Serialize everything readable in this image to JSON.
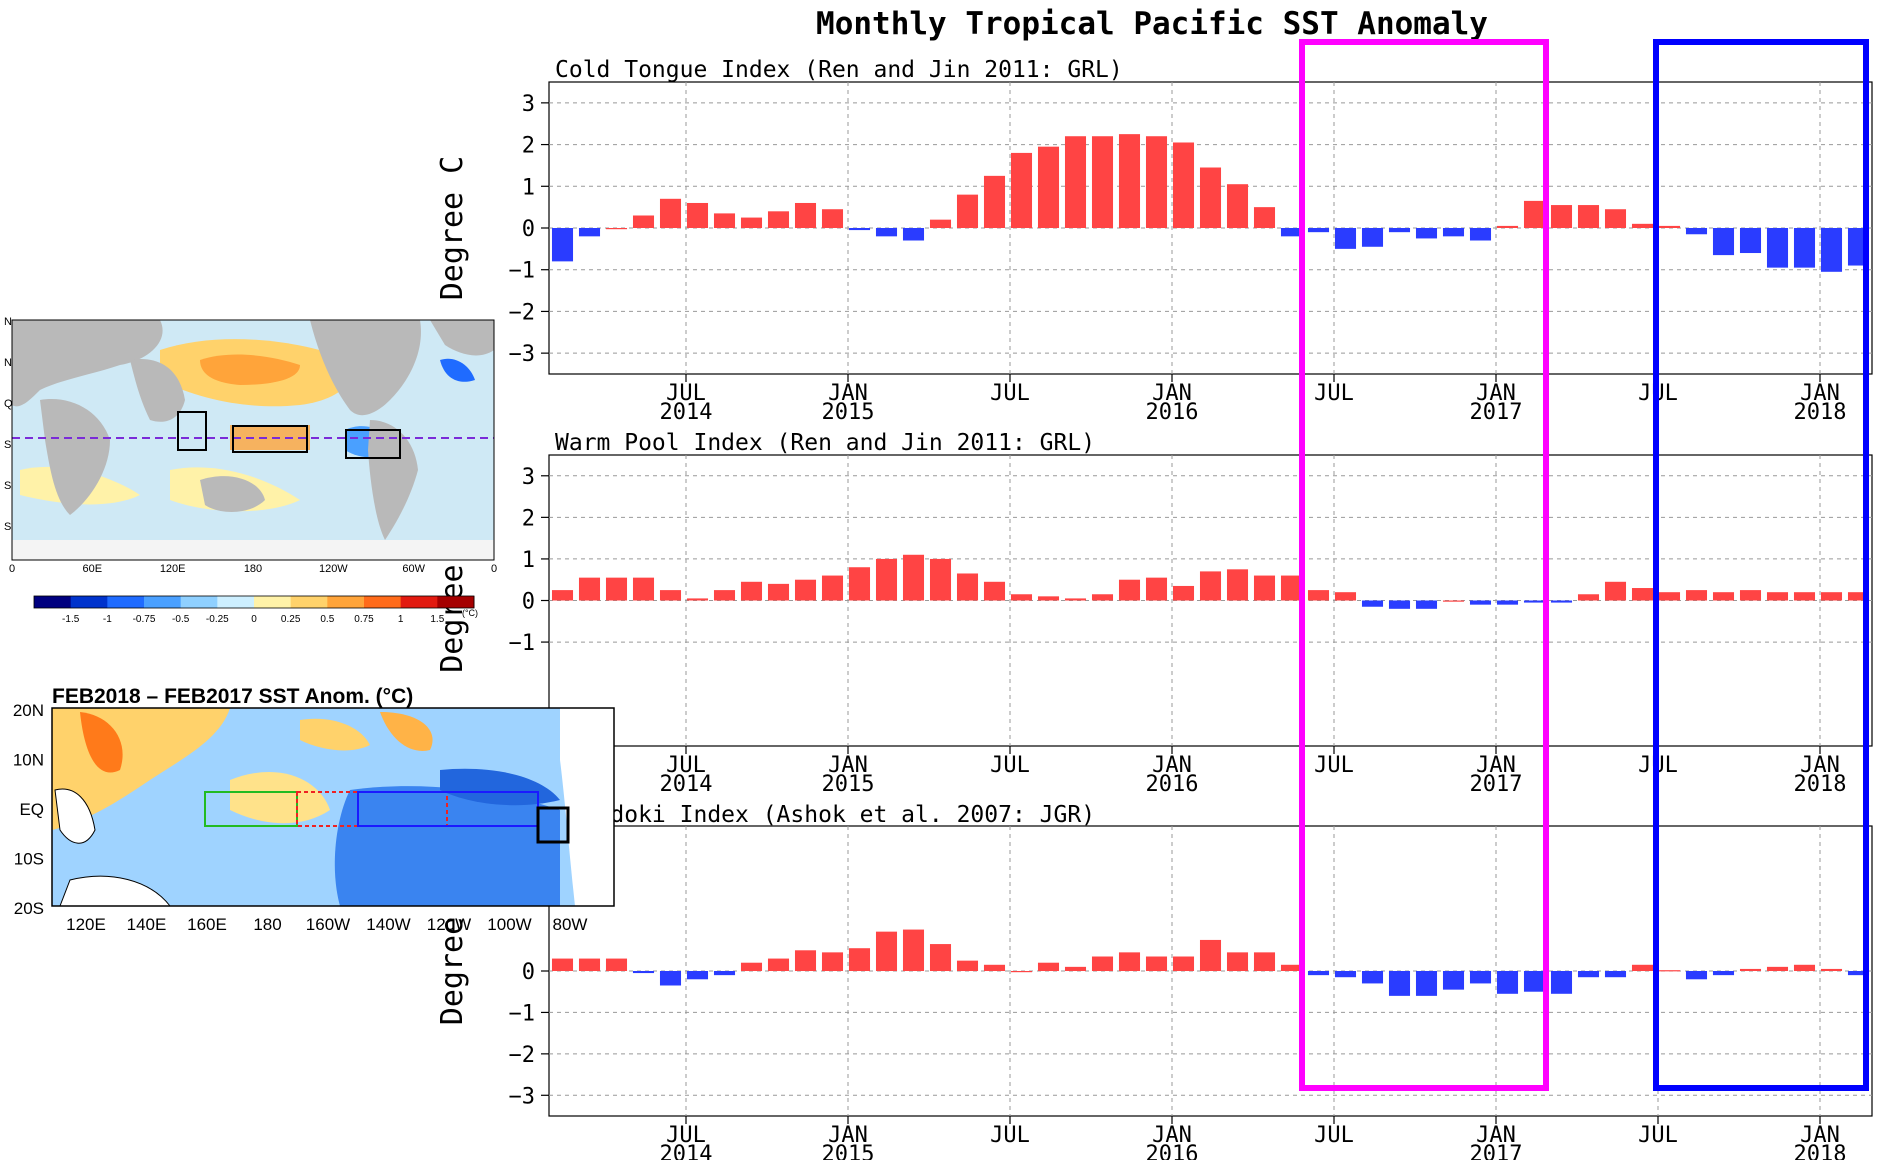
{
  "main_title": "Monthly Tropical Pacific SST Anomaly",
  "colors": {
    "positive": "#ff4444",
    "negative": "#2a3cff",
    "highlight_magenta": "#ff00ff",
    "highlight_blue": "#0000ff"
  },
  "time_axis": {
    "tick_labels": [
      {
        "month": "JUL",
        "year": "2014"
      },
      {
        "month": "JAN",
        "year": "2015"
      },
      {
        "month": "JUL",
        "year": ""
      },
      {
        "month": "JAN",
        "year": "2016"
      },
      {
        "month": "JUL",
        "year": ""
      },
      {
        "month": "JAN",
        "year": "2017"
      },
      {
        "month": "JUL",
        "year": ""
      },
      {
        "month": "JAN",
        "year": "2018"
      }
    ]
  },
  "chart_data": [
    {
      "type": "bar",
      "title": "Cold Tongue Index (Ren and Jin 2011: GRL)",
      "ylabel": "Degree C",
      "ylim": [
        -3.5,
        3.5
      ],
      "yticks": [
        3,
        2,
        1,
        0,
        -1,
        -2,
        -3
      ],
      "grid": true,
      "values": [
        -0.8,
        -0.2,
        0.0,
        0.3,
        0.7,
        0.6,
        0.35,
        0.25,
        0.4,
        0.6,
        0.45,
        -0.05,
        -0.2,
        -0.3,
        0.2,
        0.8,
        1.25,
        1.8,
        1.95,
        2.2,
        2.2,
        2.25,
        2.2,
        2.05,
        1.45,
        1.05,
        0.5,
        -0.2,
        -0.1,
        -0.5,
        -0.45,
        -0.1,
        -0.25,
        -0.2,
        -0.3,
        0.05,
        0.65,
        0.55,
        0.55,
        0.45,
        0.1,
        0.05,
        -0.15,
        -0.65,
        -0.6,
        -0.95,
        -0.95,
        -1.05,
        -0.9
      ]
    },
    {
      "type": "bar",
      "title": "Warm Pool Index (Ren and Jin 2011: GRL)",
      "ylabel": "Degree C",
      "ylim": [
        -3.5,
        3.5
      ],
      "yticks": [
        3,
        2,
        1,
        0,
        -1
      ],
      "grid": true,
      "values": [
        0.25,
        0.55,
        0.55,
        0.55,
        0.25,
        0.05,
        0.25,
        0.45,
        0.4,
        0.5,
        0.6,
        0.8,
        1.0,
        1.1,
        1.0,
        0.65,
        0.45,
        0.15,
        0.1,
        0.05,
        0.15,
        0.5,
        0.55,
        0.35,
        0.7,
        0.75,
        0.6,
        0.6,
        0.25,
        0.2,
        -0.15,
        -0.2,
        -0.2,
        0.0,
        -0.1,
        -0.1,
        -0.05,
        -0.05,
        0.15,
        0.45,
        0.3,
        0.2,
        0.25,
        0.2,
        0.25,
        0.2,
        0.2,
        0.2,
        0.2
      ]
    },
    {
      "type": "bar",
      "title": "O-Modoki Index (Ashok et al. 2007: JGR)",
      "ylabel": "Degree",
      "ylim": [
        -3.5,
        3.5
      ],
      "yticks": [
        0,
        -1,
        -2,
        -3
      ],
      "grid": true,
      "values": [
        0.3,
        0.3,
        0.3,
        -0.05,
        -0.35,
        -0.2,
        -0.1,
        0.2,
        0.3,
        0.5,
        0.45,
        0.55,
        0.95,
        1.0,
        0.65,
        0.25,
        0.15,
        0.0,
        0.2,
        0.1,
        0.35,
        0.45,
        0.35,
        0.35,
        0.75,
        0.45,
        0.45,
        0.15,
        -0.1,
        -0.15,
        -0.3,
        -0.6,
        -0.6,
        -0.45,
        -0.3,
        -0.55,
        -0.5,
        -0.55,
        -0.15,
        -0.15,
        0.15,
        0.02,
        -0.2,
        -0.1,
        0.05,
        0.1,
        0.15,
        0.05,
        -0.1
      ]
    }
  ],
  "map1": {
    "lat_labels": [
      "N",
      "N",
      "Q",
      "S",
      "S",
      "S"
    ],
    "lon_labels": [
      "0",
      "60E",
      "120E",
      "180",
      "120W",
      "60W",
      "0"
    ],
    "colorbar_labels": [
      "-1.5",
      "-1",
      "-0.75",
      "-0.5",
      "-0.25",
      "0",
      "0.25",
      "0.5",
      "0.75",
      "1",
      "1.5"
    ],
    "colorbar_unit": "(°C)",
    "colorbar_colors": [
      "#00007f",
      "#0033cc",
      "#1f6bff",
      "#4aa0ff",
      "#8fd0ff",
      "#cdefff",
      "#fff2a8",
      "#ffd26b",
      "#ffa43a",
      "#ff6b1a",
      "#e21a10",
      "#a50000"
    ]
  },
  "map2": {
    "title": "FEB2018 – FEB2017 SST Anom. (°C)",
    "lat_labels": [
      "20N",
      "10N",
      "EQ",
      "10S",
      "20S"
    ],
    "lon_labels": [
      "120E",
      "140E",
      "160E",
      "180",
      "160W",
      "140W",
      "120W",
      "100W",
      "80W"
    ]
  }
}
